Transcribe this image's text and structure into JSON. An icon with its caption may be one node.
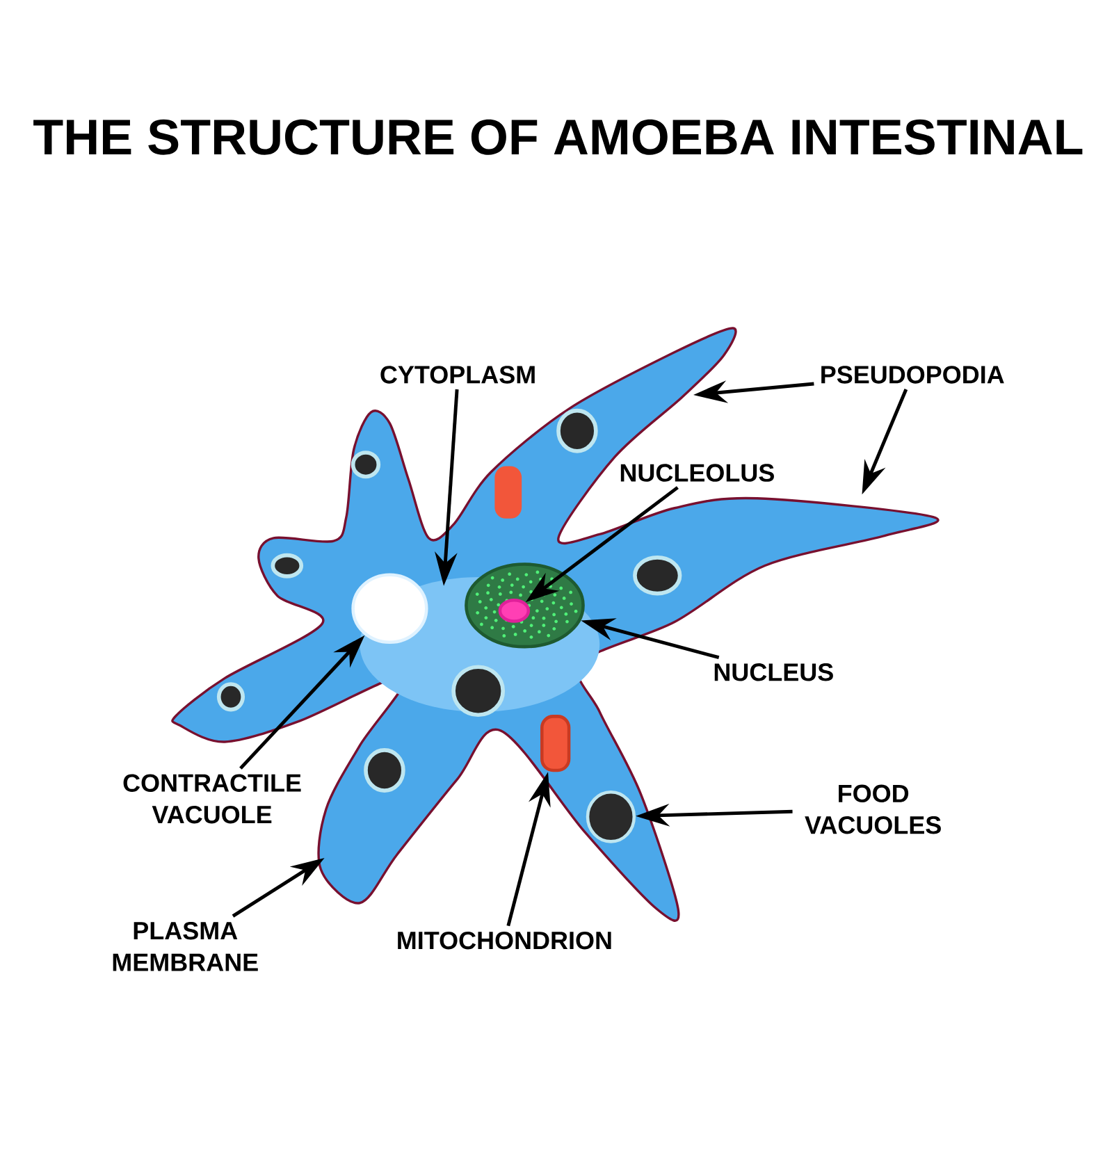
{
  "diagram": {
    "title": "THE STRUCTURE OF AMOEBA INTESTINAL",
    "nodes": [
      {
        "text": [
          "CYTOPLASM"
        ]
      },
      {
        "text": [
          "PSEUDOPODIA"
        ]
      },
      {
        "text": [
          "NUCLEOLUS"
        ]
      },
      {
        "text": [
          "NUCLEUS"
        ]
      },
      {
        "text": [
          "CONTRACTILE VACUOLE"
        ]
      },
      {
        "text": [
          "FOOD VACUOLES"
        ]
      },
      {
        "text": [
          "PLASMA MEMBRANE"
        ]
      },
      {
        "text": [
          "MITOCHONDRION"
        ]
      },
      {
        "text": [],
        "shape": "circle"
      },
      {
        "text": [],
        "shape": "circle",
        "in": 8
      },
      {
        "text": [],
        "shape": "circle"
      },
      {
        "text": [],
        "shape": "circle"
      },
      {
        "text": [],
        "shape": "box"
      }
    ],
    "edges": [
      {
        "from": 0,
        "to": null,
        "arrow": "to"
      },
      {
        "from": 1,
        "to": null,
        "arrow": "to"
      },
      {
        "from": 1,
        "to": null,
        "arrow": "to"
      },
      {
        "from": 2,
        "to": 9,
        "arrow": "to"
      },
      {
        "from": 3,
        "to": 8,
        "arrow": "to"
      },
      {
        "from": 4,
        "to": 10,
        "arrow": "to"
      },
      {
        "from": 5,
        "to": 11,
        "arrow": "to"
      },
      {
        "from": 6,
        "to": null,
        "arrow": "to"
      },
      {
        "from": 7,
        "to": 12,
        "arrow": "to"
      }
    ]
  }
}
